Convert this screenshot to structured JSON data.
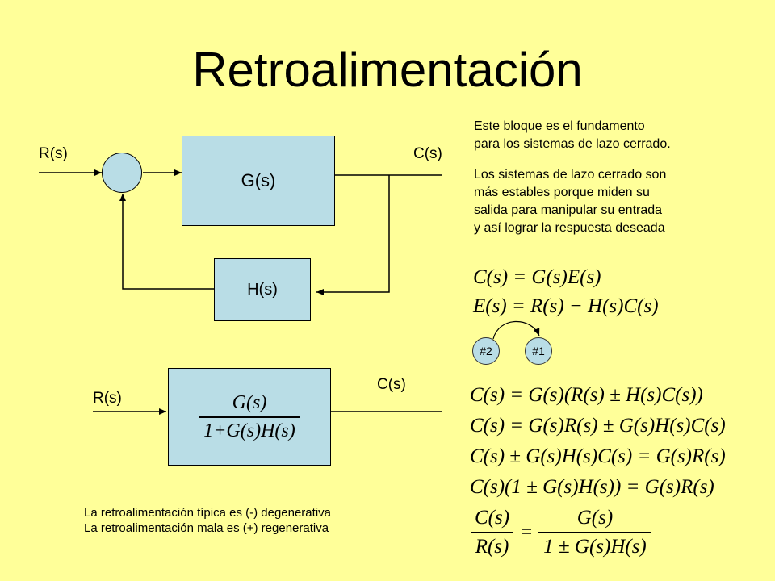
{
  "title": "Retroalimentación",
  "diagram_top": {
    "input_label": "R(s)",
    "output_label": "C(s)",
    "forward_block": "G(s)",
    "feedback_block": "H(s)"
  },
  "diagram_bottom": {
    "input_label": "R(s)",
    "output_label": "C(s)",
    "block_num": "G(s)",
    "block_den": "1+G(s)H(s)"
  },
  "notes": {
    "line1": "Este bloque es el fundamento",
    "line2": "para los sistemas de lazo cerrado.",
    "line3": "Los sistemas de lazo cerrado son",
    "line4": "más estables porque miden su",
    "line5": "salida para manipular su entrada",
    "line6": "y así lograr la respuesta deseada"
  },
  "equations": {
    "eq1": "C(s) = G(s)E(s)",
    "eq2": "E(s) = R(s) − H(s)C(s)",
    "badge_a": "#2",
    "badge_b": "#1",
    "eq3": "C(s) = G(s)(R(s) ± H(s)C(s))",
    "eq4": "C(s) = G(s)R(s) ± G(s)H(s)C(s)",
    "eq5": "C(s) ± G(s)H(s)C(s) = G(s)R(s)",
    "eq6": "C(s)(1 ± G(s)H(s)) = G(s)R(s)",
    "eq7_lhs_num": "C(s)",
    "eq7_lhs_den": "R(s)",
    "eq7_eq": "=",
    "eq7_rhs_num": "G(s)",
    "eq7_rhs_den": "1 ± G(s)H(s)"
  },
  "bottom_notes": {
    "line1": "La retroalimentación típica es (-) degenerativa",
    "line2": "La retroalimentación mala es (+) regenerativa"
  }
}
